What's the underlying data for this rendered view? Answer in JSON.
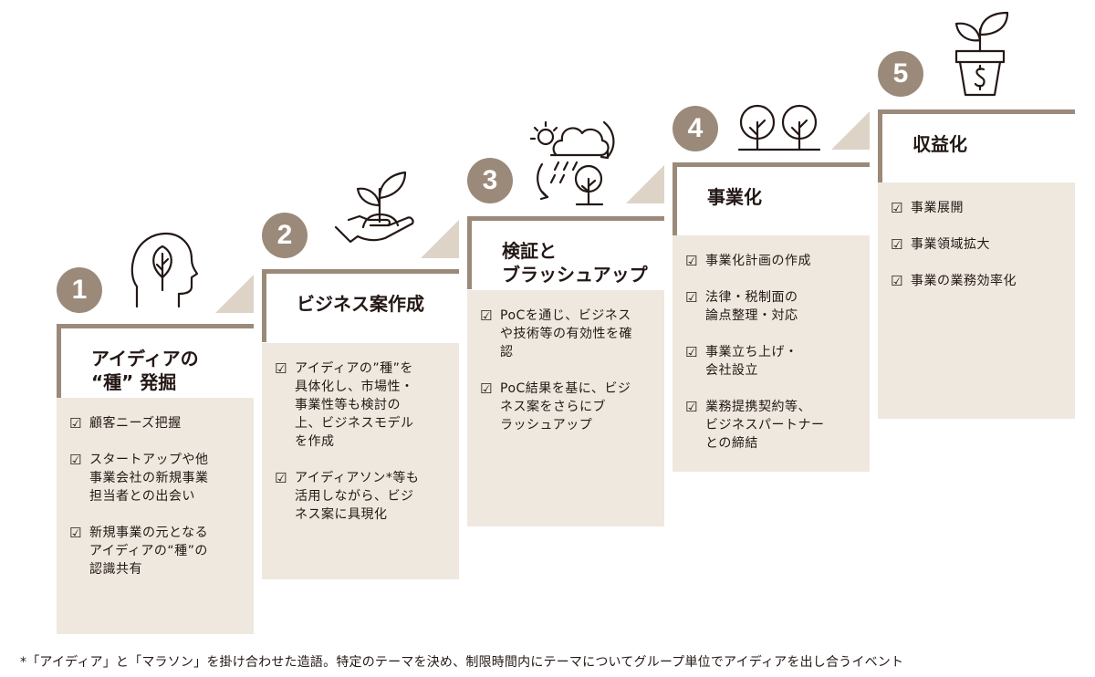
{
  "steps": [
    {
      "number": "1",
      "title": "アイディアの\n“種” 発掘",
      "icon": "head-leaf-icon",
      "items": [
        "顧客ニーズ把握",
        "スタートアップや他\n事業会社の新規事業\n担当者との出会い",
        "新規事業の元となる\nアイディアの“種”の\n認識共有"
      ]
    },
    {
      "number": "2",
      "title": "ビジネス案作成",
      "icon": "hand-sprout-icon",
      "items": [
        "アイディアの”種”を\n具体化し、市場性・\n事業性等も検討の\n上、ビジネスモデル\nを作成",
        "アイディアソン*等も\n活用しながら、ビジ\nネス案に具現化"
      ]
    },
    {
      "number": "3",
      "title": "検証と\nブラッシュアップ",
      "icon": "weather-tree-icon",
      "items": [
        "PoCを通じ、ビジネス\nや技術等の有効性を確\n認",
        "PoC結果を基に、ビジ\nネス案をさらにブ\nラッシュアップ"
      ]
    },
    {
      "number": "4",
      "title": "事業化",
      "icon": "two-trees-icon",
      "items": [
        "事業化計画の作成",
        "法律・税制面の\n論点整理・対応",
        "事業立ち上げ・\n会社設立",
        "業務提携契約等、\nビジネスパートナー\nとの締結"
      ]
    },
    {
      "number": "5",
      "title": "収益化",
      "icon": "money-plant-icon",
      "items": [
        "事業展開",
        "事業領域拡大",
        "事業の業務効率化"
      ]
    }
  ],
  "check_symbol": "☑",
  "footnote": "*「アイディア」と「マラソン」を掛け合わせた造語。特定のテーマを決め、制限時間内にテーマについてグループ単位でアイディアを出し合うイベント",
  "colors": {
    "accent": "#9b8a7a",
    "box": "#efe8df",
    "triangle": "#ddd3c7",
    "text": "#231815"
  }
}
